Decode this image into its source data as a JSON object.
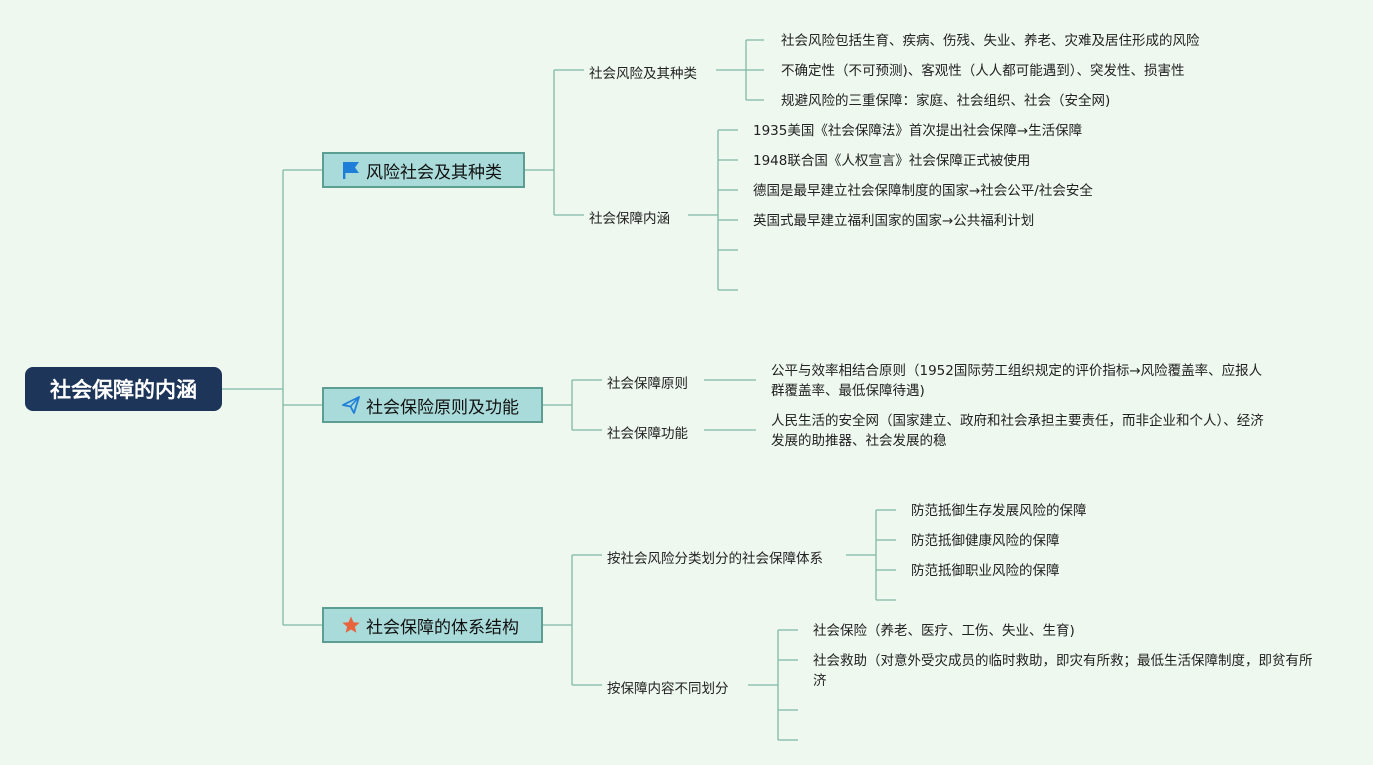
{
  "root": {
    "title": "社会保障的内涵"
  },
  "branches": [
    {
      "label": "风险社会及其种类",
      "icon": "flag-icon",
      "subs": [
        {
          "label": "社会风险及其种类",
          "leaves": [
            "社会风险包括生育、疾病、伤残、失业、养老、灾难及居住形成的风险",
            "不确定性（不可预测)、客观性（人人都可能遇到）、突发性、损害性",
            "规避风险的三重保障：家庭、社会组织、社会（安全网)"
          ]
        },
        {
          "label": "社会保障内涵",
          "leaves": [
            "1935美国《社会保障法》首次提出社会保障→生活保障",
            "1948联合国《人权宣言》社会保障正式被使用",
            "德国是最早建立社会保障制度的国家→社会公平/社会安全",
            "英国式最早建立福利国家的国家→公共福利计划",
            "",
            ""
          ]
        }
      ]
    },
    {
      "label": "社会保险原则及功能",
      "icon": "paper-plane-icon",
      "subs": [
        {
          "label": "社会保障原则",
          "leaves": [
            "公平与效率相结合原则（1952国际劳工组织规定的评价指标→风险覆盖率、应报人群覆盖率、最低保障待遇)"
          ]
        },
        {
          "label": "社会保障功能",
          "leaves": [
            "人民生活的安全网（国家建立、政府和社会承担主要责任，而非企业和个人）、经济发展的助推器、社会发展的稳"
          ]
        }
      ]
    },
    {
      "label": "社会保障的体系结构",
      "icon": "star-icon",
      "subs": [
        {
          "label": "按社会风险分类划分的社会保障体系",
          "leaves": [
            "防范抵御生存发展风险的保障",
            "防范抵御健康风险的保障",
            "防范抵御职业风险的保障",
            ""
          ]
        },
        {
          "label": "按保障内容不同划分",
          "leaves": [
            "社会保险（养老、医疗、工伤、失业、生育)",
            "社会救助（对意外受灾成员的临时救助，即灾有所救；最低生活保障制度，即贫有所济",
            "",
            ""
          ]
        }
      ]
    }
  ],
  "colors": {
    "background": "#eef8ef",
    "root_fill": "#1d3558",
    "branch_fill": "#a8dbd9",
    "branch_border": "#5d9e92",
    "connector": "#7fb9a6",
    "flag": "#1f7fd8",
    "plane": "#1f7fd8",
    "star": "#e8643c"
  }
}
